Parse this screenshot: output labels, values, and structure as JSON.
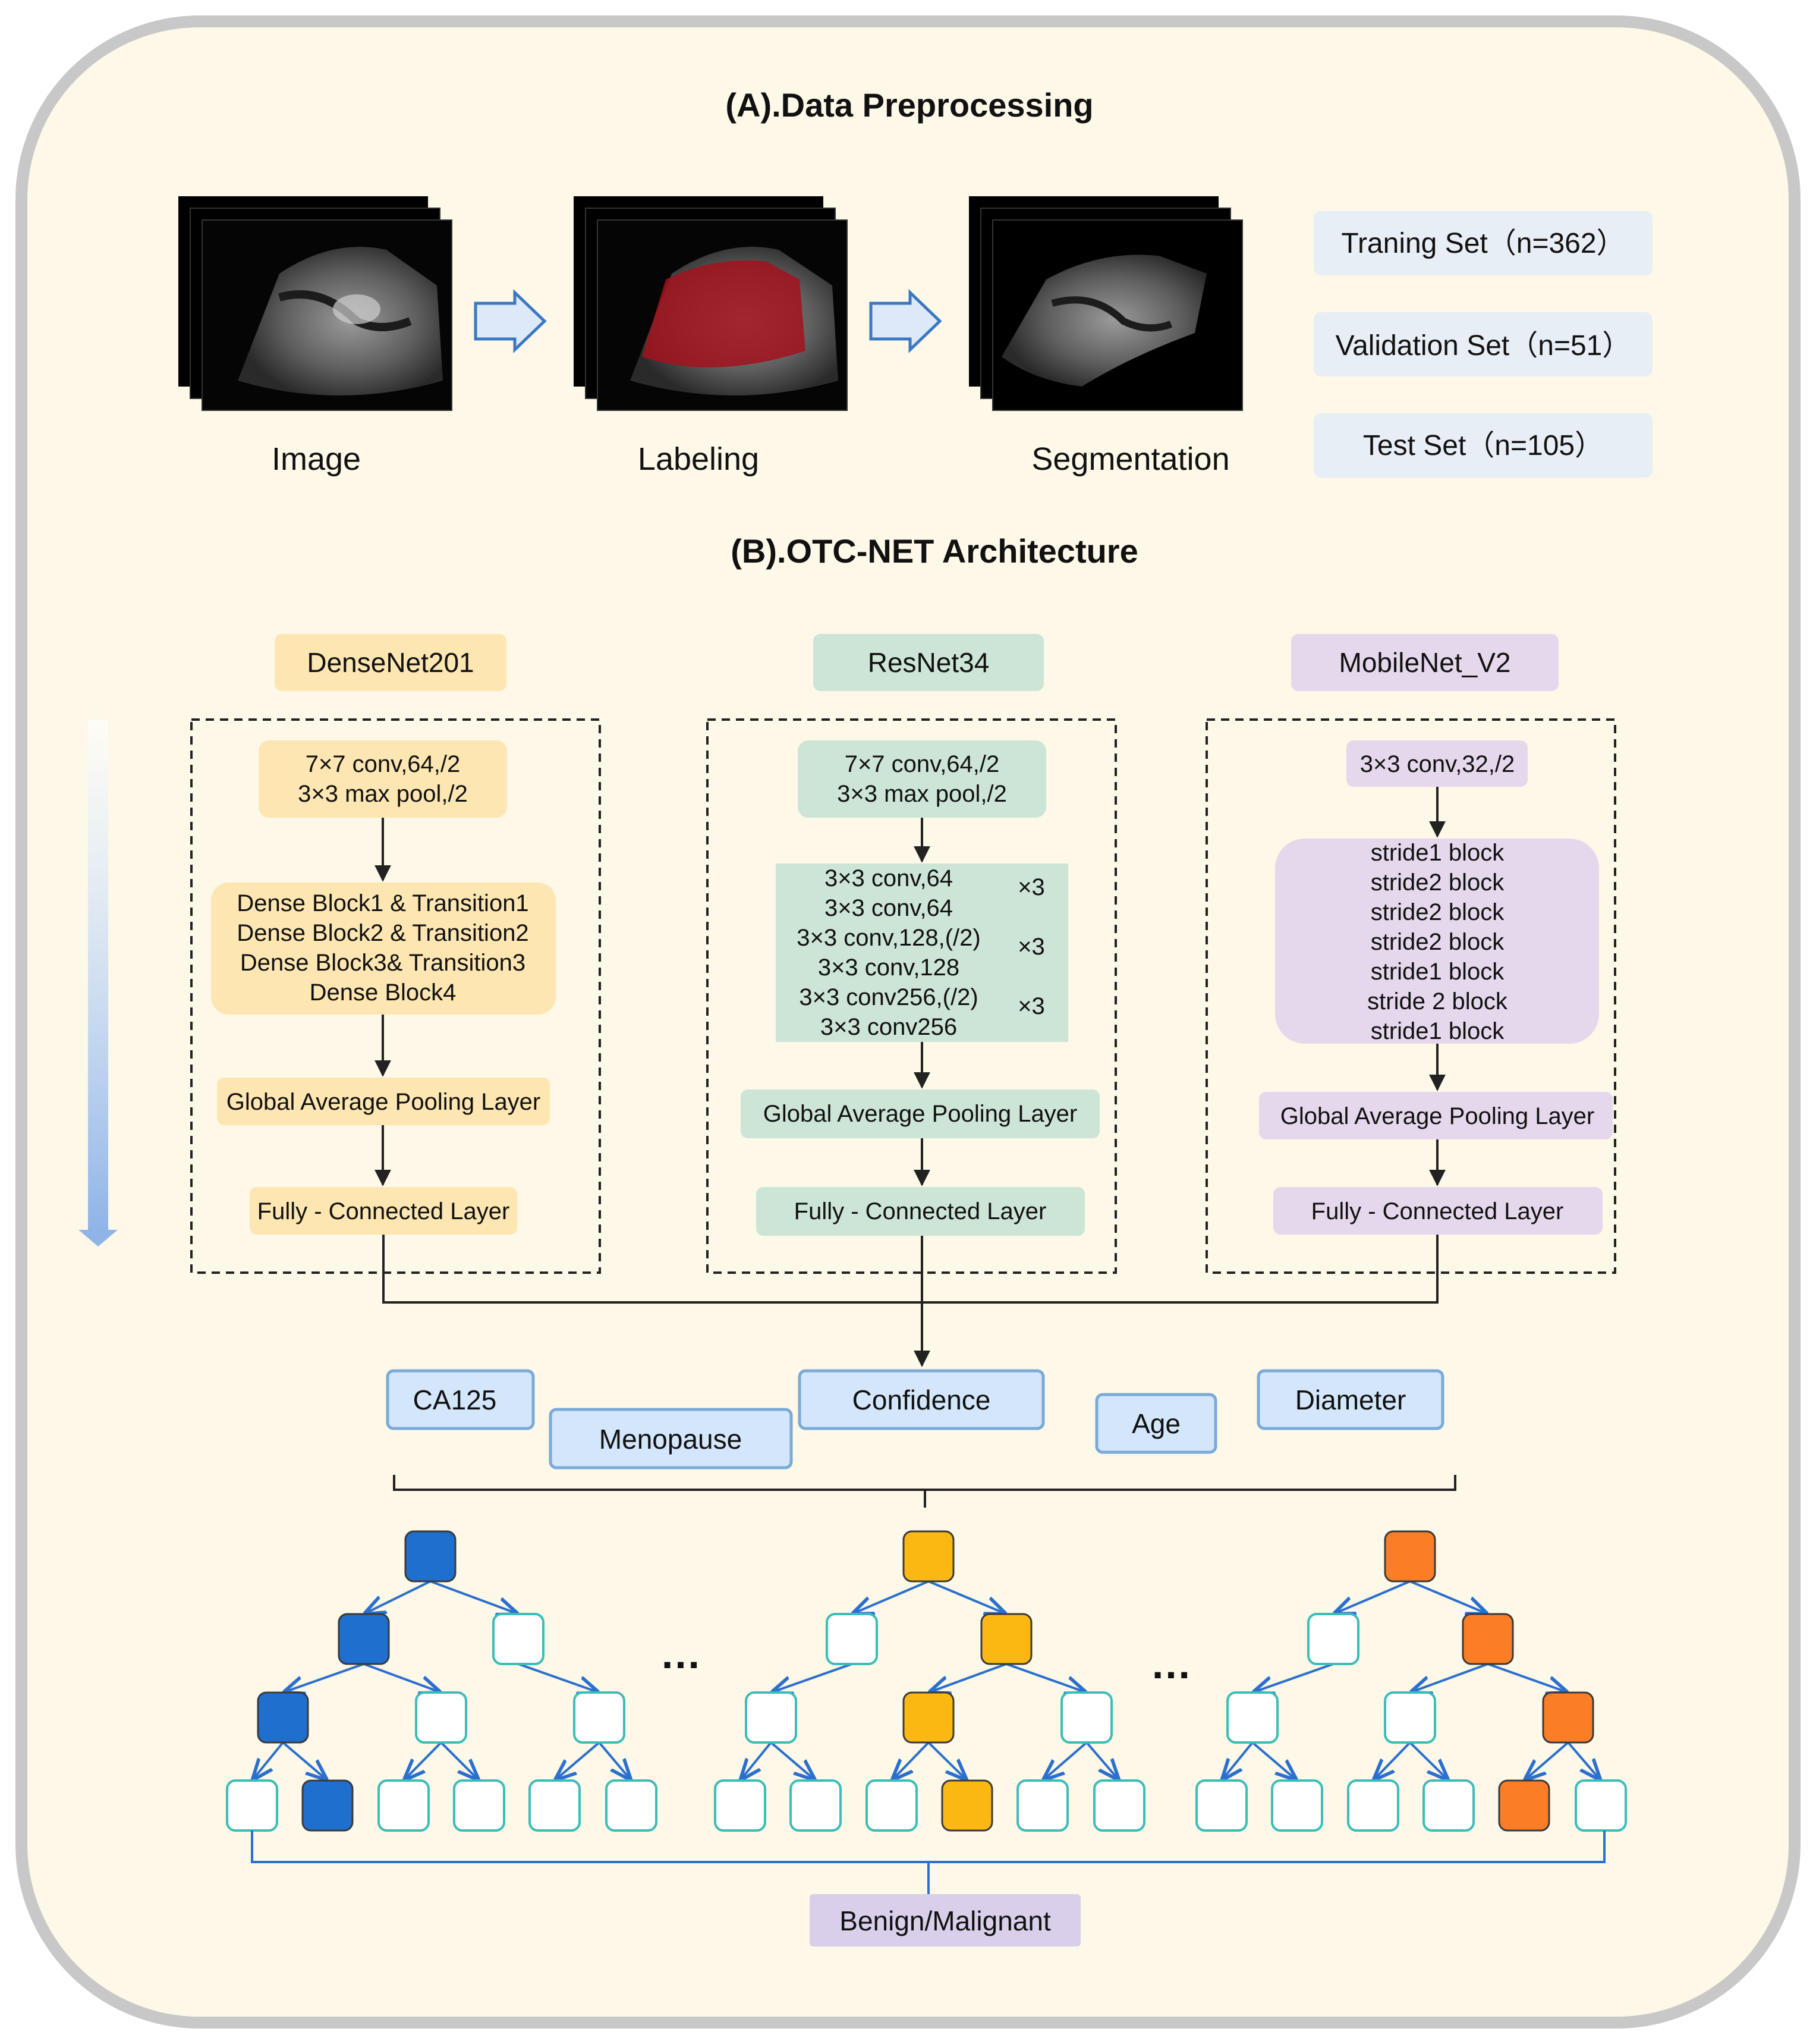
{
  "section_a": {
    "title": "(A).Data Preprocessing",
    "steps": [
      "Image",
      "Labeling",
      "Segmentation"
    ],
    "datasets": [
      "Traning Set（n=362）",
      "Validation Set（n=51）",
      "Test Set（n=105）"
    ]
  },
  "section_b": {
    "title": "(B).OTC-NET Architecture",
    "densenet": {
      "name": "DenseNet201",
      "stem": [
        "7×7 conv,64,/2",
        "3×3 max pool,/2"
      ],
      "blocks": [
        "Dense Block1 & Transition1",
        "Dense Block2 & Transition2",
        "Dense Block3& Transition3",
        "Dense Block4"
      ],
      "gap": "Global Average Pooling Layer",
      "fc": "Fully - Connected Layer"
    },
    "resnet": {
      "name": "ResNet34",
      "stem": [
        "7×7 conv,64,/2",
        "3×3 max pool,/2"
      ],
      "layers": [
        "3×3 conv,64",
        "3×3 conv,64",
        "3×3 conv,128,(/2)",
        "3×3 conv,128",
        "3×3 conv256,(/2)",
        "3×3 conv256"
      ],
      "repeats": [
        "×3",
        "×3",
        "×3"
      ],
      "gap": "Global Average Pooling Layer",
      "fc": "Fully - Connected Layer"
    },
    "mobilenet": {
      "name": "MobileNet_V2",
      "stem": "3×3 conv,32,/2",
      "blocks": [
        "stride1 block",
        "stride2 block",
        "stride2 block",
        "stride2 block",
        "stride1 block",
        "stride 2 block",
        "stride1 block"
      ],
      "gap": "Global Average Pooling Layer",
      "fc": "Fully - Connected Layer"
    },
    "features": [
      "CA125",
      "Menopause",
      "Confidence",
      "Age",
      "Diameter"
    ],
    "ellipsis": "…",
    "output": "Benign/Malignant"
  },
  "colors": {
    "background": "#fdf8e7",
    "frame": "#c8c8c8",
    "densenet": "#fde6b1",
    "resnet": "#cde5d6",
    "mobilenet": "#e6d8ec",
    "datasets": "#e8eef6",
    "feature_fill": "#d3e6fb",
    "feature_stroke": "#7aaad8",
    "tree_edge": "#2b6fcf",
    "node_outline": "#3cbdb8",
    "tree1": "#1f6fce",
    "tree2": "#fbb813",
    "tree3": "#fb7e26",
    "output": "#dacfea",
    "mask": "#a3121c"
  }
}
